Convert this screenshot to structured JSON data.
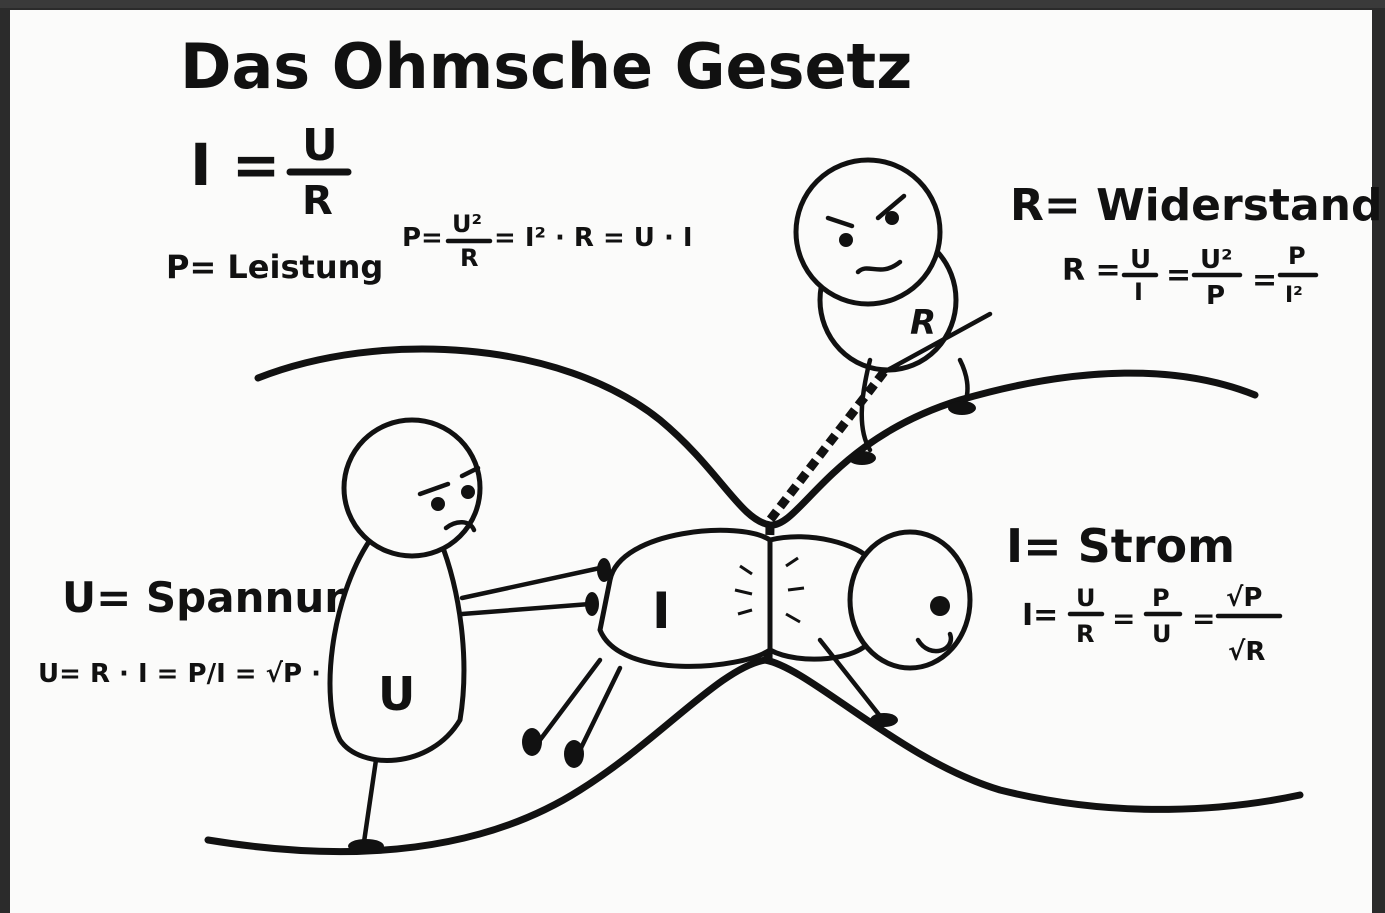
{
  "title": "Das Ohmsche Gesetz",
  "main_formula": {
    "lhs": "I =",
    "numerator": "U",
    "denominator": "R"
  },
  "leistung": "P= Leistung",
  "power_formula": {
    "p": "P=",
    "num": "U²",
    "den": "R",
    "rest": "= I² · R = U · I"
  },
  "widerstand": {
    "label": "R= Widerstand",
    "r": "R =",
    "f1_num": "U",
    "f1_den": "I",
    "eq1": "=",
    "f2_num": "U²",
    "f2_den": "P",
    "eq2": "=",
    "f3_num": "P",
    "f3_den": "I²"
  },
  "strom": {
    "label": "I= Strom",
    "i": "I=",
    "f1_num": "U",
    "f1_den": "R",
    "eq1": "=",
    "f2_num": "P",
    "f2_den": "U",
    "eq2": "=",
    "f3_num": "√P",
    "f3_den": "√R"
  },
  "spannung": {
    "label": "U= Spannung",
    "formula": "U= R · I = P/I = √P · √R"
  },
  "figures": {
    "resistor_letter": "R",
    "current_letter": "I",
    "voltage_letter": "U"
  }
}
